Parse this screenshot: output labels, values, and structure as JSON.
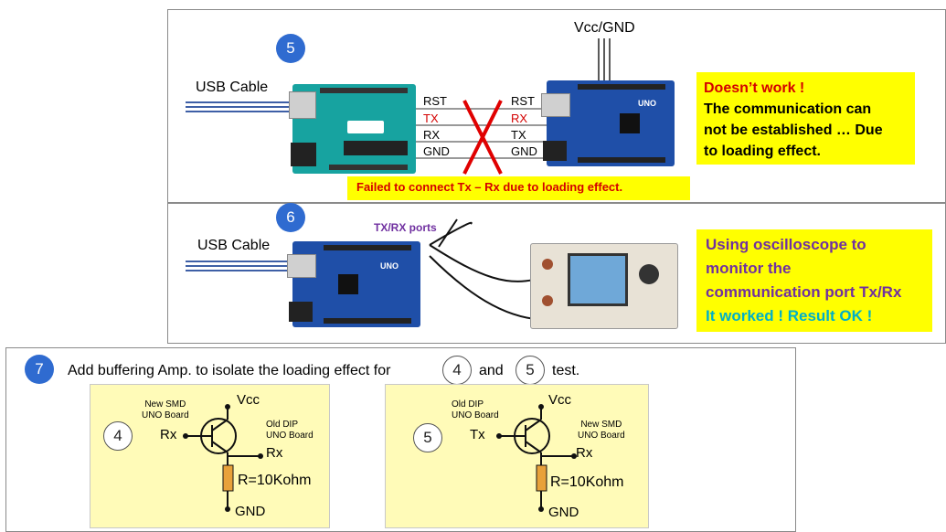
{
  "colors": {
    "accent_blue": "#2f6bd0",
    "note_yellow": "#ffff00",
    "error_red": "#d40000",
    "ok_teal": "#00b0c8",
    "purple": "#7030a0",
    "schematic_bg": "#fffbb8"
  },
  "section5": {
    "step_number": "5",
    "usb_label": "USB Cable",
    "vcc_gnd_label": "Vcc/GND",
    "left_pins": [
      "RST",
      "TX",
      "RX",
      "GND"
    ],
    "right_pins": [
      "RST",
      "RX",
      "TX",
      "GND"
    ],
    "failure_caption": "Failed to connect Tx – Rx due to loading  effect.",
    "note_title": "Doesn’t work !",
    "note_line1": "The communication can",
    "note_line2": "not be established … Due",
    "note_line3": "to loading effect.",
    "board_label": "UNO"
  },
  "section6": {
    "step_number": "6",
    "usb_label": "USB Cable",
    "ports_label": "TX/RX ports",
    "note_line1": "Using oscilloscope to",
    "note_line2": "monitor the",
    "note_line3": "communication port Tx/Rx",
    "note_result": "It worked ! Result OK !",
    "board_label": "UNO"
  },
  "section7": {
    "step_number": "7",
    "text_before": "Add buffering Amp. to isolate the loading effect for",
    "ref_a": "4",
    "text_and": "and",
    "ref_b": "5",
    "text_after": "test.",
    "schematic_a": {
      "number": "4",
      "input_board_line1": "New SMD",
      "input_board_line2": "UNO Board",
      "input_pin": "Rx",
      "vcc": "Vcc",
      "output_board_line1": "Old DIP",
      "output_board_line2": "UNO Board",
      "output_pin": "Rx",
      "resistor": "R=10Kohm",
      "gnd": "GND"
    },
    "schematic_b": {
      "number": "5",
      "input_board_line1": "Old DIP",
      "input_board_line2": "UNO Board",
      "input_pin": "Tx",
      "vcc": "Vcc",
      "output_board_line1": "New SMD",
      "output_board_line2": "UNO Board",
      "output_pin": "Rx",
      "resistor": "R=10Kohm",
      "gnd": "GND"
    }
  }
}
